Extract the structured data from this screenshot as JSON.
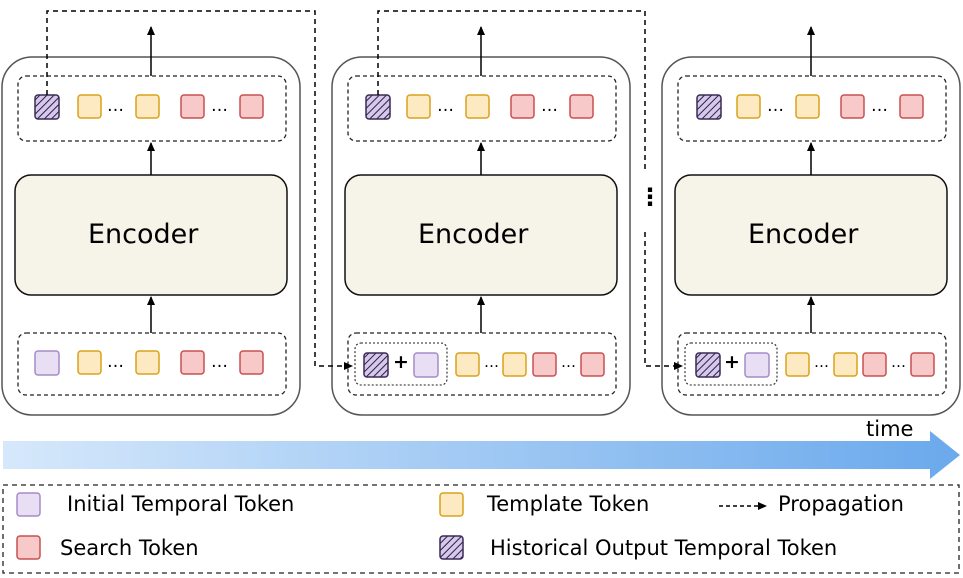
{
  "blocks": [
    {
      "encoder_label": "Encoder"
    },
    {
      "encoder_label": "Encoder"
    },
    {
      "encoder_label": "Encoder"
    }
  ],
  "time_label": "time",
  "plus_symbol": "+",
  "ellipsis": "…",
  "between_dots": "⋮",
  "legend": {
    "initial_temporal_token": "Initial Temporal Token",
    "template_token": "Template Token",
    "propagation": "Propagation",
    "search_token": "Search Token",
    "historical_output_temporal_token": "Historical Output Temporal Token"
  },
  "colors": {
    "initial_fill": "#e8dff4",
    "initial_stroke": "#a58bc7",
    "template_fill": "#fde9c2",
    "template_stroke": "#d9a21a",
    "search_fill": "#f7c9c9",
    "search_stroke": "#c85050",
    "historical_fill": "#d6c8ec",
    "historical_stroke": "#3a2a55",
    "encoder_fill": "#f6f4e8",
    "arrow_start": "#d6e8fb",
    "arrow_end": "#6aa9ec"
  }
}
